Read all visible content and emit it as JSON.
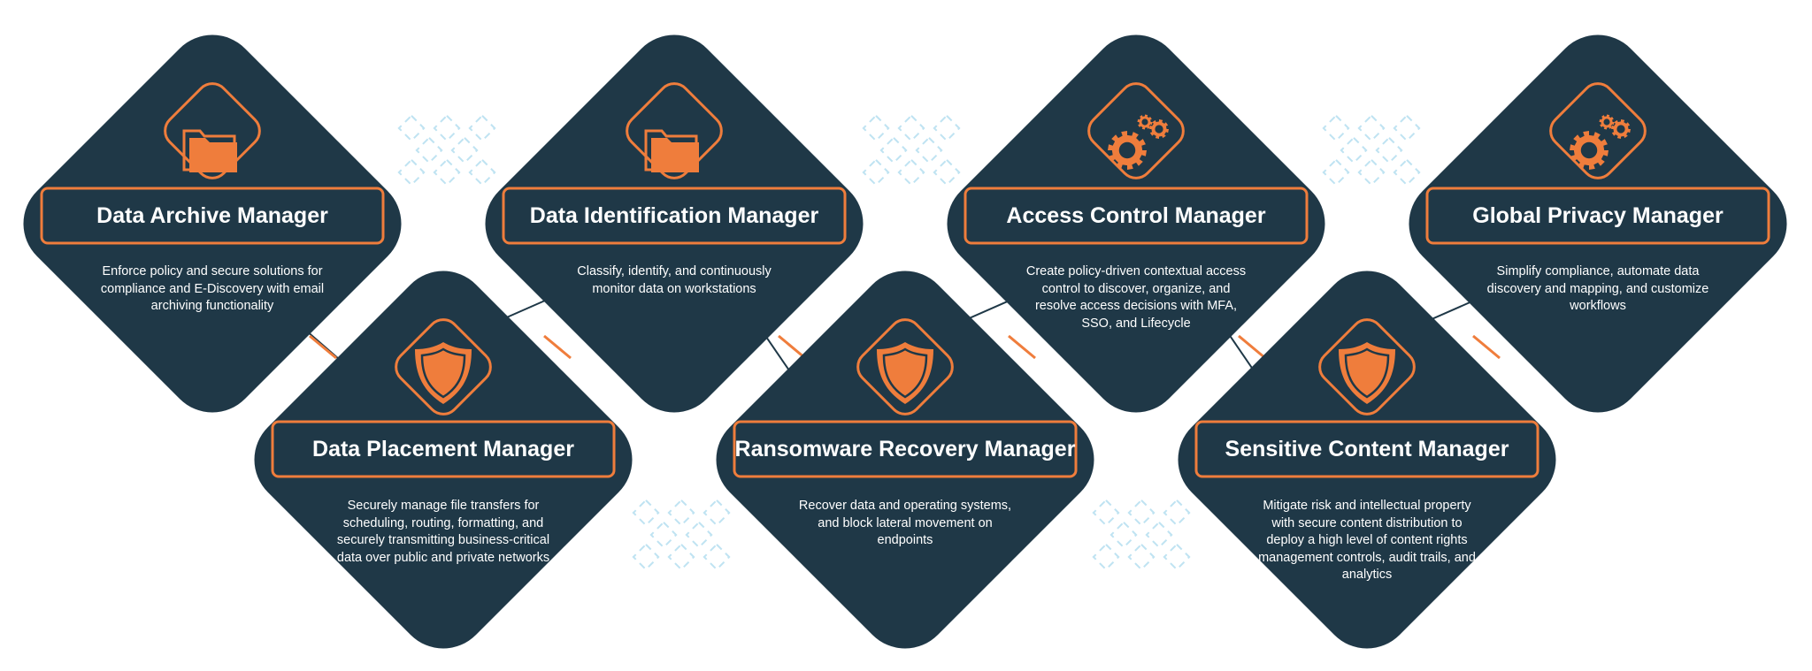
{
  "colors": {
    "card": "#1f3847",
    "accent": "#ef7d3c",
    "deco": "#bfe3f2"
  },
  "top_row": [
    {
      "id": "data-archive-manager",
      "title": "Data Archive Manager",
      "icon": "folder-icon",
      "description": "Enforce policy and secure solutions for compliance and E-Discovery with email archiving functionality"
    },
    {
      "id": "data-identification-manager",
      "title": "Data Identification Manager",
      "icon": "folder-icon",
      "description": "Classify, identify, and continuously monitor data on workstations"
    },
    {
      "id": "access-control-manager",
      "title": "Access Control Manager",
      "icon": "gears-icon",
      "description": "Create policy-driven contextual access control to discover, organize, and resolve access decisions with MFA, SSO, and Lifecycle"
    },
    {
      "id": "global-privacy-manager",
      "title": "Global Privacy Manager",
      "icon": "gears-icon",
      "description": "Simplify compliance, automate data discovery and mapping, and customize workflows"
    }
  ],
  "bottom_row": [
    {
      "id": "data-placement-manager",
      "title": "Data Placement Manager",
      "icon": "shield-icon",
      "description": "Securely manage file transfers for scheduling, routing, formatting, and securely transmitting business-critical data over public and private networks"
    },
    {
      "id": "ransomware-recovery-manager",
      "title": "Ransomware Recovery Manager",
      "icon": "shield-icon",
      "description": "Recover data and operating systems, and block lateral movement on endpoints"
    },
    {
      "id": "sensitive-content-manager",
      "title": "Sensitive Content Manager",
      "icon": "shield-icon",
      "description": "Mitigate risk and intellectual property with secure content distribution to deploy a high level of content rights management controls, audit trails, and analytics"
    }
  ]
}
